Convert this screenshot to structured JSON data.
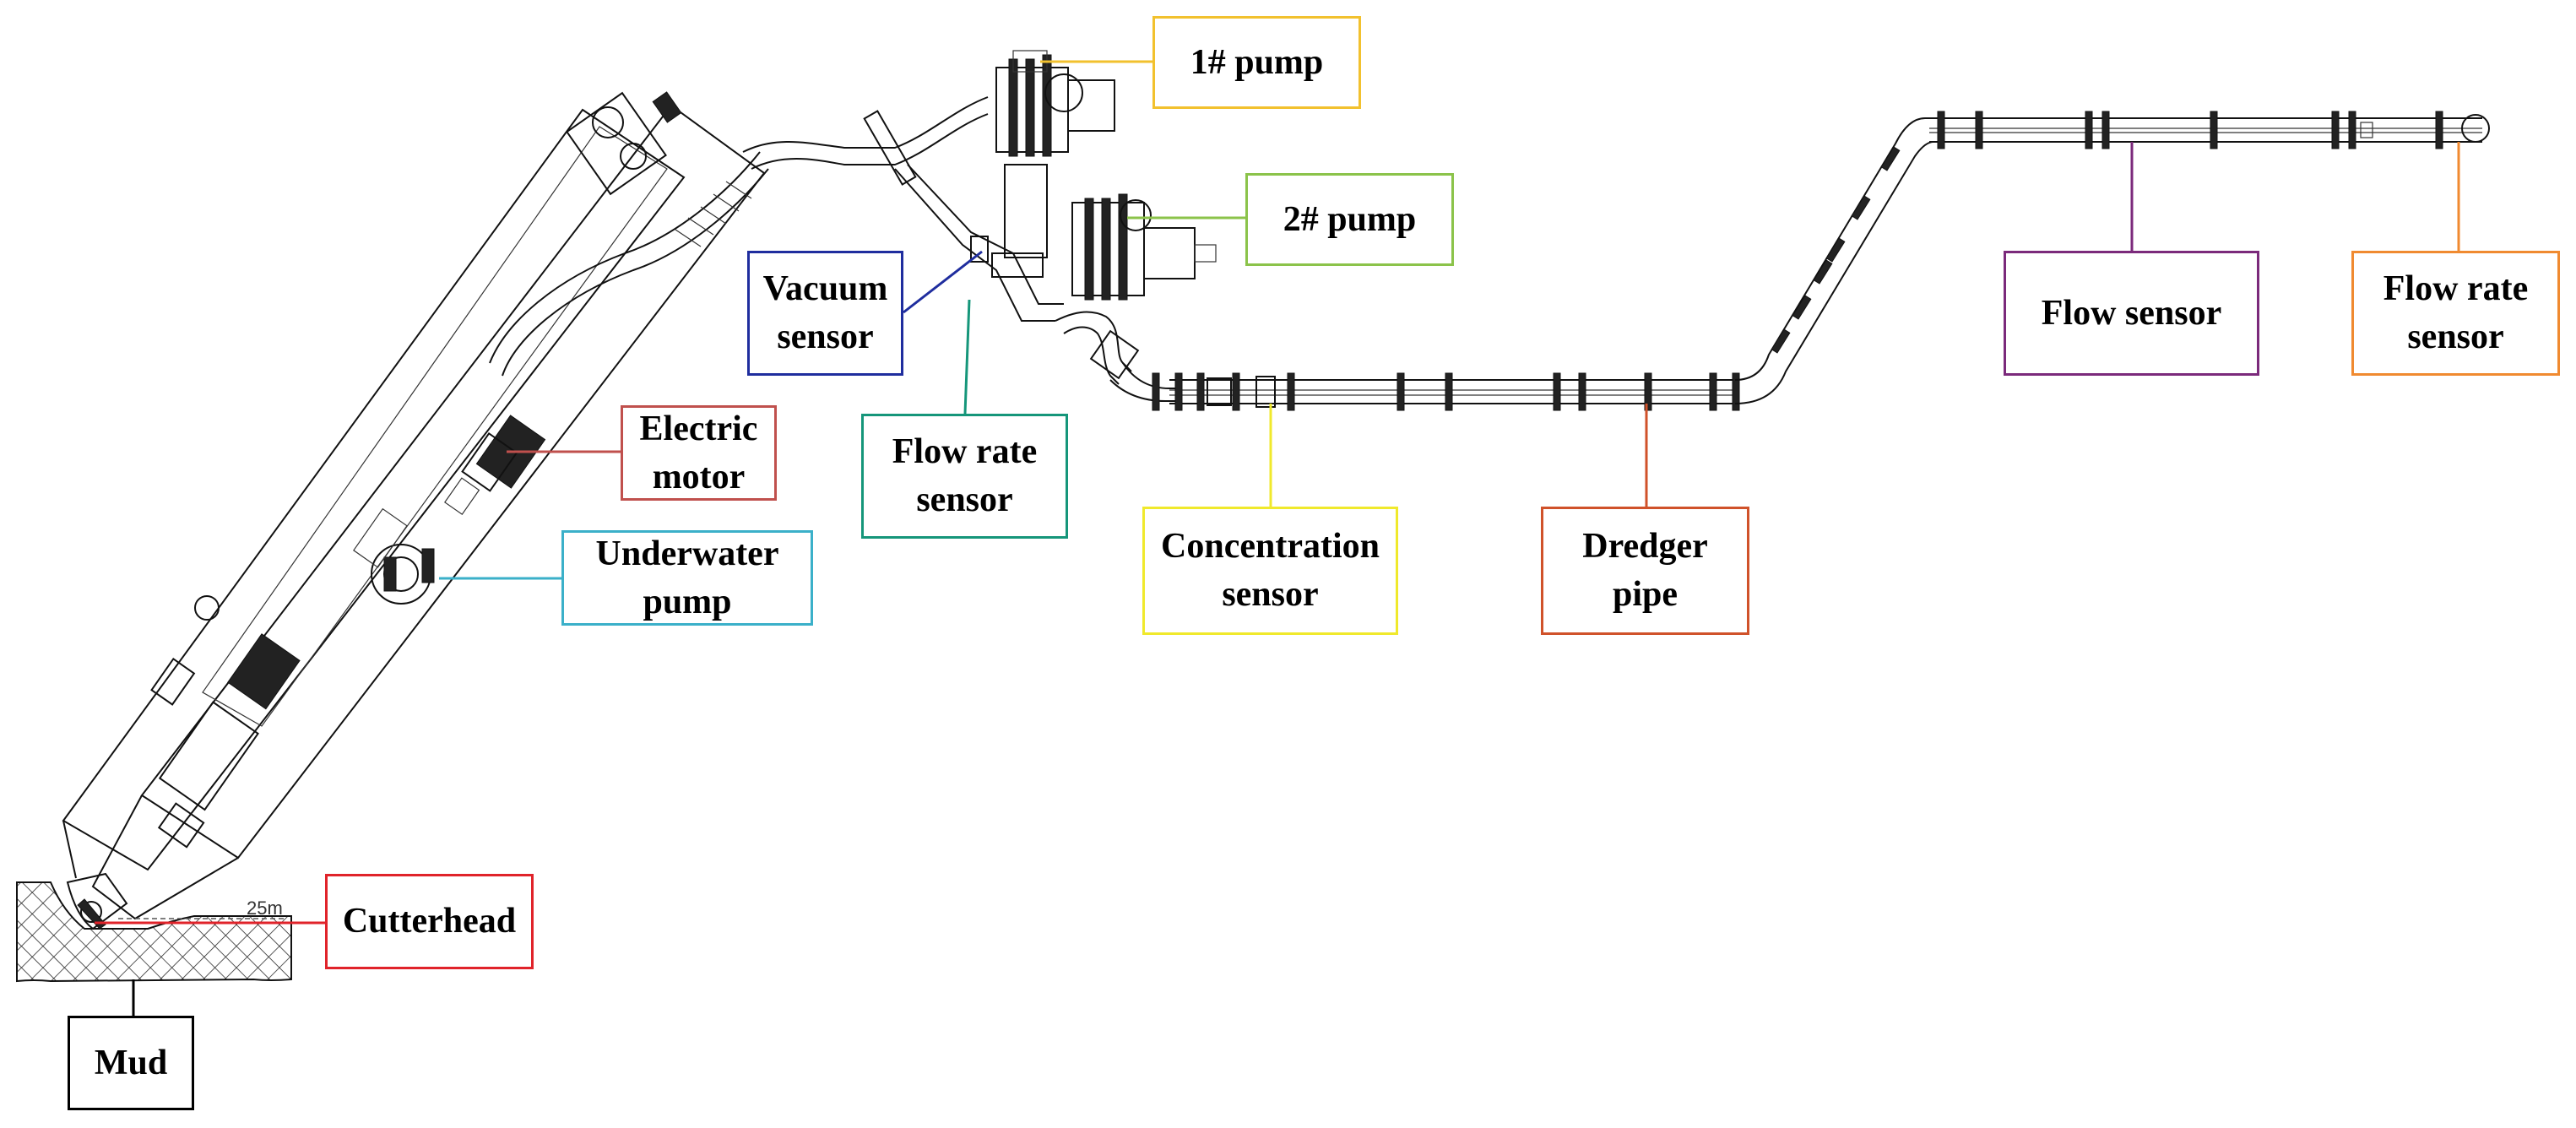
{
  "colors": {
    "pump1": "#F2C12E",
    "pump2": "#8BC34A",
    "vacuum_sensor": "#1F2D9E",
    "flow_rate_sensor_1": "#15967A",
    "electric_motor": "#C0504D",
    "underwater_pump": "#3BB0C9",
    "concentration_sensor": "#F0E92C",
    "dredger_pipe": "#D0522A",
    "flow_sensor": "#7B2A7B",
    "flow_rate_sensor_2": "#F08A30",
    "cutterhead": "#E0232A",
    "mud": "#000000"
  },
  "labels": {
    "pump1": [
      "1# pump"
    ],
    "pump2": [
      "2# pump"
    ],
    "vacuum_sensor": [
      "Vacuum",
      "sensor"
    ],
    "flow_rate_sensor_1": [
      "Flow rate",
      "sensor"
    ],
    "electric_motor": [
      "Electric",
      "motor"
    ],
    "underwater_pump": [
      "Underwater",
      "pump"
    ],
    "concentration_sensor": [
      "Concentration",
      "sensor"
    ],
    "dredger_pipe": [
      "Dredger",
      "pipe"
    ],
    "flow_sensor": [
      "Flow sensor"
    ],
    "flow_rate_sensor_2": [
      "Flow rate",
      "sensor"
    ],
    "cutterhead": [
      "Cutterhead"
    ],
    "mud": [
      "Mud"
    ]
  },
  "annotations": {
    "depth": "25m"
  }
}
